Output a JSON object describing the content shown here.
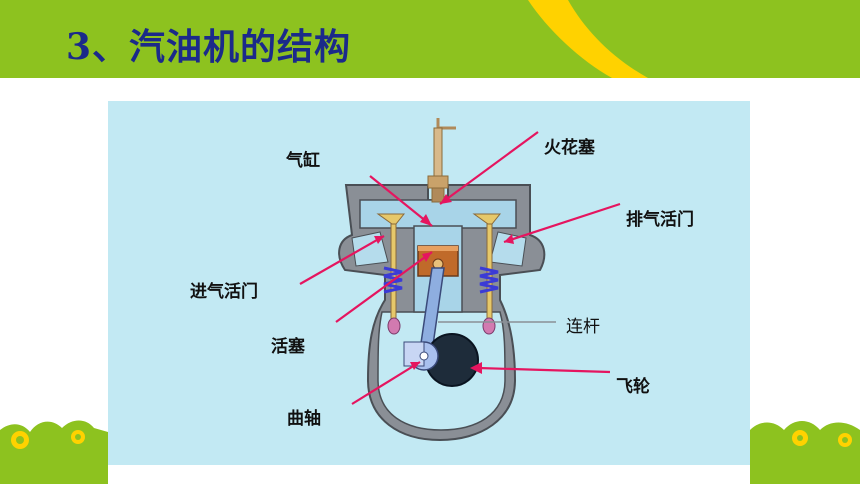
{
  "title": "3、汽油机的结构",
  "colors": {
    "header_green": "#8dc21f",
    "title_blue": "#1b2a8a",
    "panel_blue": "#c2e9f3",
    "pointer_pink": "#e5155f",
    "deco_yellow": "#ffd200"
  },
  "labels": {
    "cylinder": "气缸",
    "spark_plug": "火花塞",
    "exhaust_valve": "排气活门",
    "intake_valve": "进气活门",
    "piston": "活塞",
    "connecting_rod": "连杆",
    "flywheel": "飞轮",
    "crankshaft": "曲轴"
  }
}
